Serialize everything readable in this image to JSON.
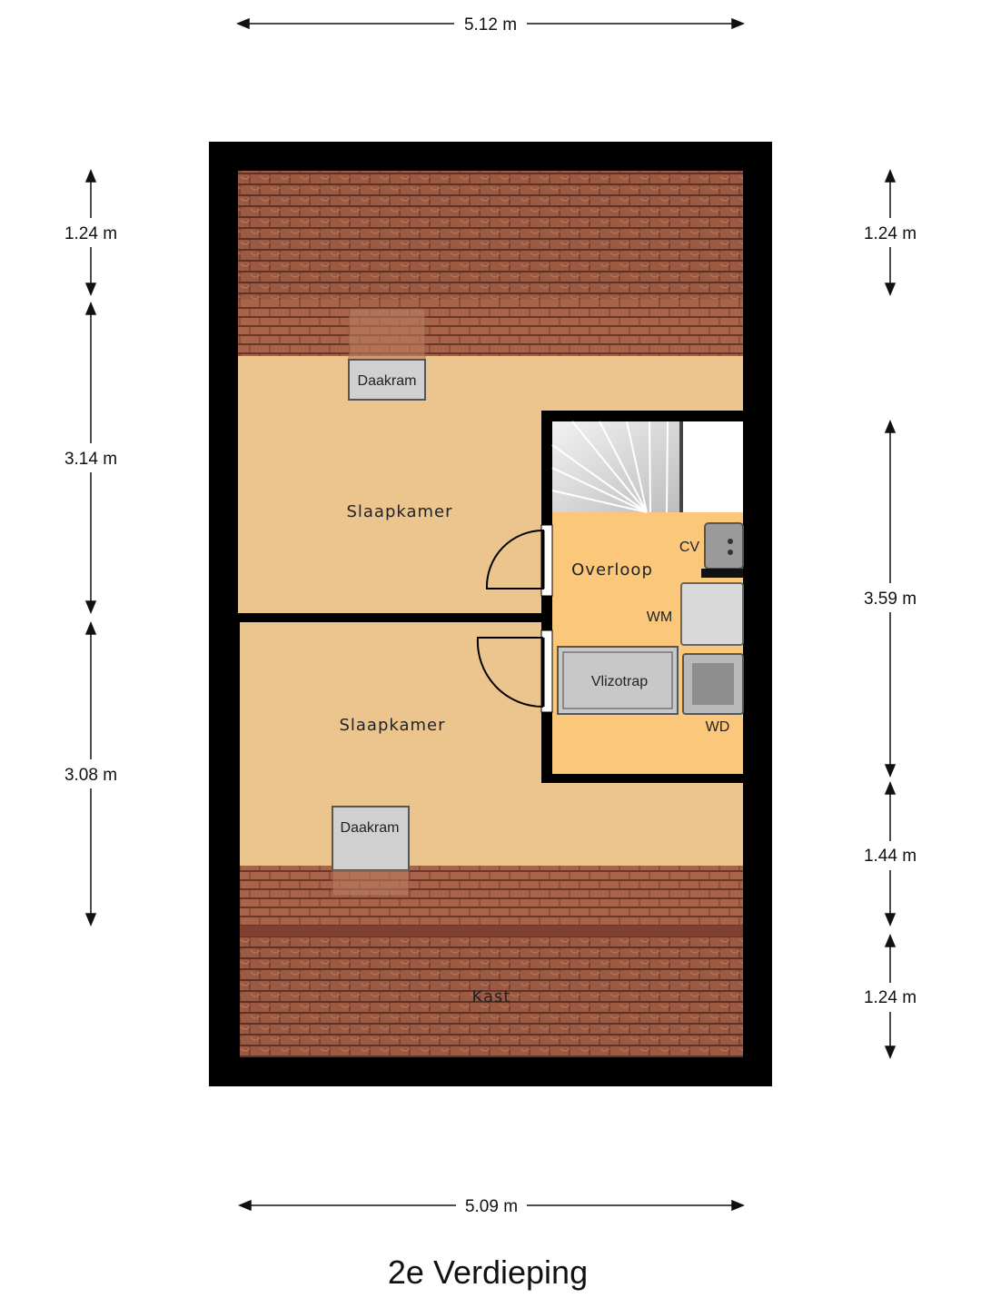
{
  "title": "2e Verdieping",
  "dimensions": {
    "top_width": "5.12 m",
    "bottom_width": "5.09 m",
    "left_top": "1.24 m",
    "left_mid": "3.14 m",
    "left_low": "3.08 m",
    "right_top": "1.24 m",
    "right_mid": "3.59 m",
    "right_low1": "1.44 m",
    "right_low2": "1.24 m"
  },
  "rooms": {
    "bedroom_top": "Slaapkamer",
    "bedroom_bottom": "Slaapkamer",
    "landing": "Overloop",
    "storage": "Kast"
  },
  "fixtures": {
    "skylight_top": "Daakram",
    "skylight_bottom": "Daakram",
    "loft_ladder": "Vlizotrap",
    "boiler": "CV",
    "washing_machine": "WM",
    "dryer": "WD"
  },
  "colors": {
    "wall": "#000000",
    "room_floor": "#ECC58E",
    "landing_floor": "#FBC77A",
    "roof_tile": "#9C5A42",
    "roof_tile_dark": "#8A4A36",
    "stair": "#D9D9D9",
    "appliance": "#C8C8C8"
  }
}
